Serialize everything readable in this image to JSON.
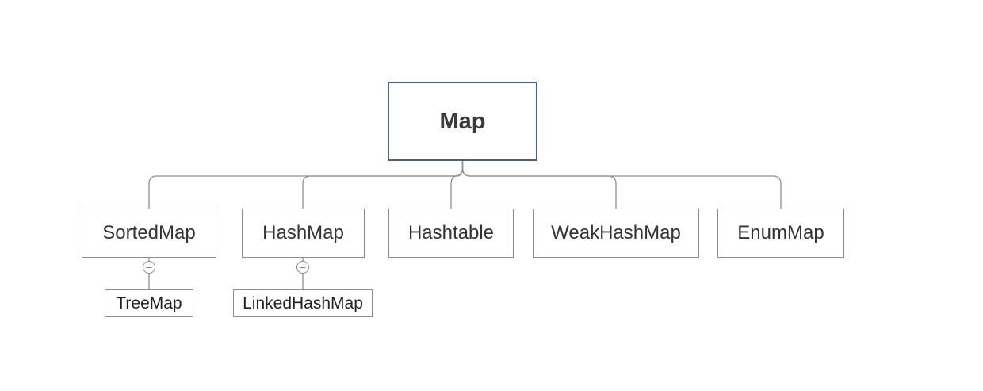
{
  "diagram": {
    "root": {
      "label": "Map"
    },
    "children": [
      {
        "label": "SortedMap",
        "child": {
          "label": "TreeMap"
        }
      },
      {
        "label": "HashMap",
        "child": {
          "label": "LinkedHashMap"
        }
      },
      {
        "label": "Hashtable"
      },
      {
        "label": "WeakHashMap"
      },
      {
        "label": "EnumMap"
      }
    ],
    "collapse_symbol": "−",
    "colors": {
      "root_border": "#475f8d",
      "node_border": "#8c8c8c",
      "connector": "#8f8f8f",
      "text": "#333333",
      "collapse_minus": "#6e74a8",
      "canvas_background": "#ffffff"
    }
  }
}
